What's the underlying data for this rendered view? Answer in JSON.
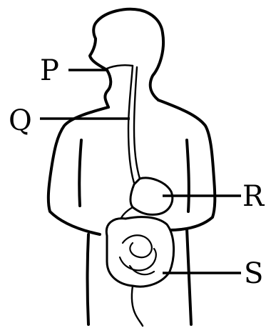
{
  "labels": {
    "p": "P",
    "q": "Q",
    "r": "R",
    "s": "S"
  },
  "colors": {
    "ink": "#000000",
    "background": "#ffffff"
  }
}
